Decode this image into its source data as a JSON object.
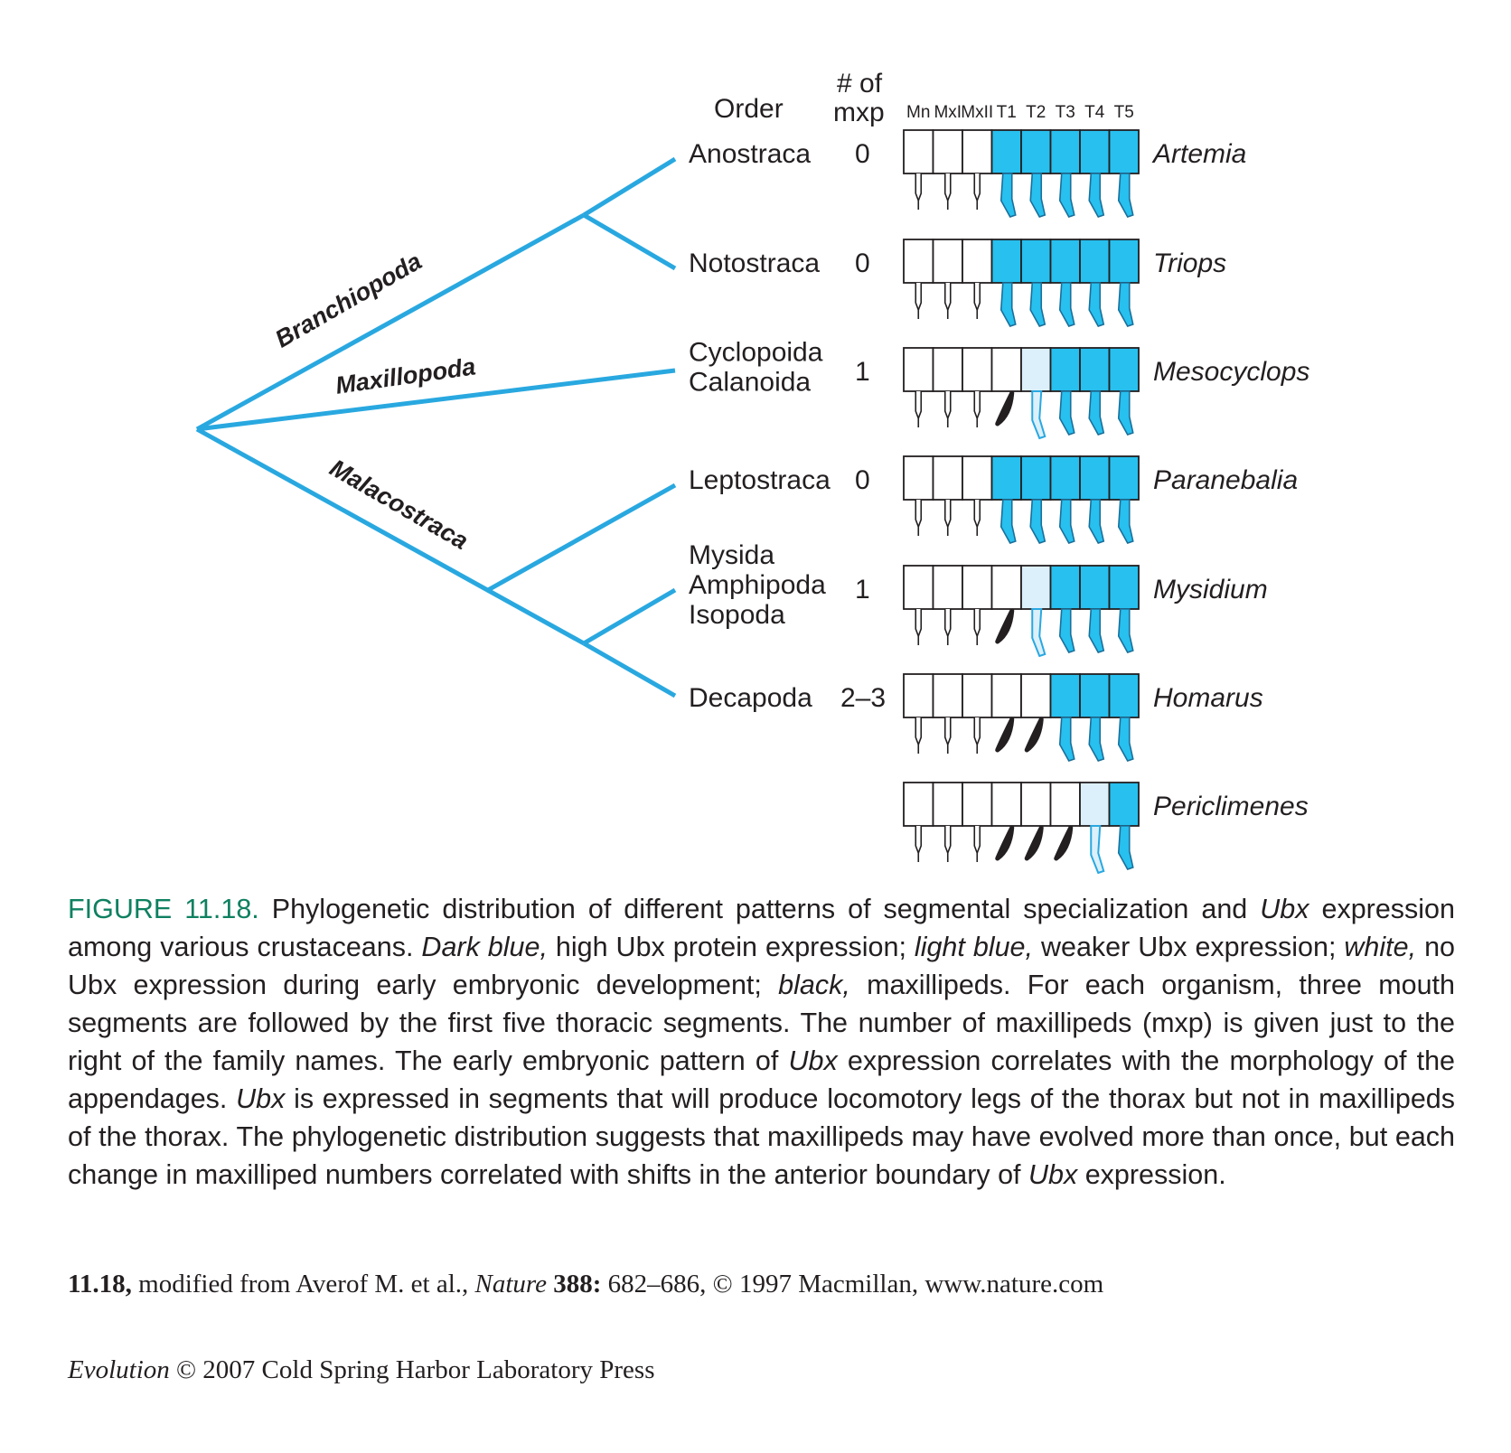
{
  "headers": {
    "order": "Order",
    "mxp_line1": "# of",
    "mxp_line2": "mxp",
    "segments": [
      "Mn",
      "MxI",
      "MxII",
      "T1",
      "T2",
      "T3",
      "T4",
      "T5"
    ]
  },
  "clades": [
    {
      "name": "Branchiopoda"
    },
    {
      "name": "Maxillopoda"
    },
    {
      "name": "Malacostraca"
    }
  ],
  "colors": {
    "dark_blue": "#27c0ef",
    "light_blue": "#dcf0fb",
    "white": "#ffffff",
    "black": "#231f20",
    "branch": "#29a8e0",
    "caption_label": "#0e8060"
  },
  "rows": [
    {
      "order": [
        "Anostraca"
      ],
      "mxp": "0",
      "organism": "Artemia",
      "segments": [
        "white",
        "white",
        "white",
        "dark",
        "dark",
        "dark",
        "dark",
        "dark"
      ]
    },
    {
      "order": [
        "Notostraca"
      ],
      "mxp": "0",
      "organism": "Triops",
      "segments": [
        "white",
        "white",
        "white",
        "dark",
        "dark",
        "dark",
        "dark",
        "dark"
      ]
    },
    {
      "order": [
        "Cyclopoida",
        "Calanoida"
      ],
      "mxp": "1",
      "organism": "Mesocyclops",
      "segments": [
        "white",
        "white",
        "white",
        "black",
        "light",
        "dark",
        "dark",
        "dark"
      ]
    },
    {
      "order": [
        "Leptostraca"
      ],
      "mxp": "0",
      "organism": "Paranebalia",
      "segments": [
        "white",
        "white",
        "white",
        "dark",
        "dark",
        "dark",
        "dark",
        "dark"
      ]
    },
    {
      "order": [
        "Mysida",
        "Amphipoda",
        "Isopoda"
      ],
      "mxp": "1",
      "organism": "Mysidium",
      "segments": [
        "white",
        "white",
        "white",
        "black",
        "light",
        "dark",
        "dark",
        "dark"
      ]
    },
    {
      "order": [
        "Decapoda"
      ],
      "mxp": "2–3",
      "organism": "Homarus",
      "segments": [
        "white",
        "white",
        "white",
        "black",
        "black",
        "dark",
        "dark",
        "dark"
      ]
    },
    {
      "order": [],
      "mxp": "",
      "organism": "Periclimenes",
      "segments": [
        "white",
        "white",
        "white",
        "black",
        "black",
        "black",
        "light",
        "dark"
      ]
    }
  ],
  "caption": {
    "label": "FIGURE 11.18.",
    "t1": " Phylogenetic distribution of different patterns of segmental specialization and ",
    "i1": "Ubx",
    "t2": " expression among various crustaceans. ",
    "i2": "Dark blue,",
    "t3": " high Ubx protein expression; ",
    "i3": "light blue,",
    "t4": " weaker Ubx expression; ",
    "i4": "white,",
    "t5": " no Ubx expression during early embryonic development; ",
    "i5": "black,",
    "t6": " maxillipeds. For each organism, three mouth segments are followed by the first five thoracic segments. The number of maxillipeds (mxp) is given just to the right of the family names. The early embryonic pattern of ",
    "i6": "Ubx",
    "t7": " expression correlates with the morphology of the appendages. ",
    "i7": "Ubx",
    "t8": " is expressed in segments that will produce locomotory legs of the thorax but not in maxillipeds of the thorax. The phylogenetic distribution suggests that maxillipeds may have evolved more than once, but each change in maxilliped numbers correlated with shifts in the anterior boundary of ",
    "i8": "Ubx",
    "t9": " expression."
  },
  "credit": {
    "b1": "11.18,",
    "t1": " modified from Averof M. et al., ",
    "i1": "Nature",
    "b2": " 388:",
    "t2": " 682–686, © 1997 Macmillan, www.nature.com"
  },
  "copyright": {
    "i1": "Evolution",
    "t1": " © 2007 Cold Spring Harbor Laboratory Press"
  }
}
